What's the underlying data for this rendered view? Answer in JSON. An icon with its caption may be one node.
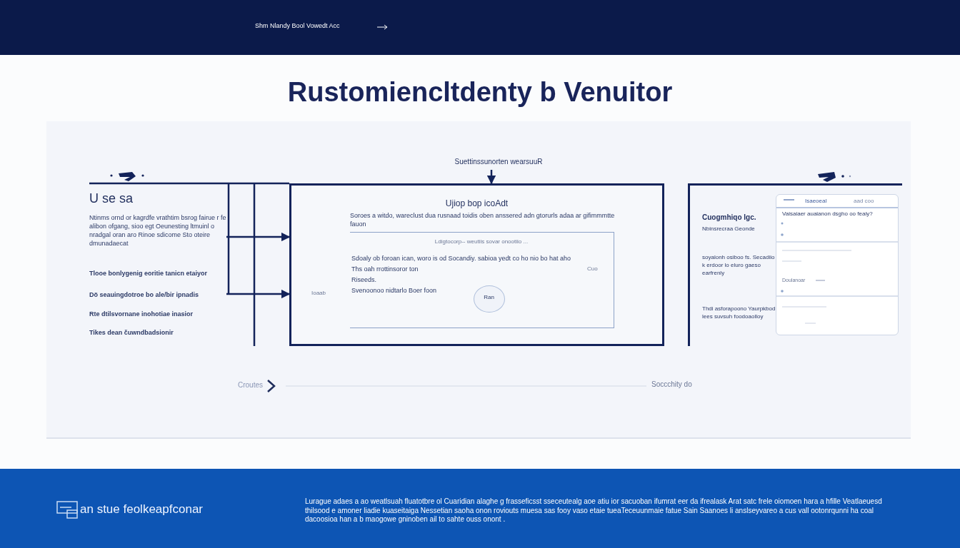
{
  "diagram": {
    "title": "Rustomiencltdenty b Venuitor",
    "nodes": [
      {
        "text": [
          "U se sa",
          "Ntinms ornd or kagrdfe vrathtim bsrog fairue r fe alibon ofgang, sioo egt Oeunesting ltmuinl o nradgal oran aro Rinoe sdicome Sto oteire dmunadaecat",
          "Tlooe bonlygenig eoritie tanicn etaiyor",
          "Dö seauingdotroe bo ale/bir ipnadis",
          "Rte dtilsvornane inohotiae inasior",
          "Tikes dean čuwndbadsionir"
        ]
      },
      {
        "text": [
          "Suettinssunorten wearsuuR"
        ]
      },
      {
        "text": [
          "Ujiop bop icoAdt",
          "Soroes a witdo, wareclust dua rusnaad toidis oben anssered adn gtorurls adaa ar gifimmmtte fauon"
        ]
      },
      {
        "text": [
          "Ldigtocorp-- weutiis sovar onootiio ...",
          "Sdoaly ob foroan ican, woro is od Socandiy. sabioa yedt co ho nio bo hat aho",
          "Ths oah rrottinsoror ton",
          "Riseeds.",
          "Svenoonoo nidtarlo Boer foon"
        ],
        "in": 2
      },
      {
        "text": [
          "Ran"
        ],
        "in": 3
      },
      {
        "text": [
          "Cuogmhiqo lgc.",
          "Nbinsrecraa Geonde",
          "soyalonh osiboo fs. Secadiio k erdoor lo eluro gaeso earfrenly",
          "Thdi asforapoono Yaurpkbod lees suvsuh foodoaolloy"
        ]
      },
      {
        "text": [
          "Isaeoeal",
          "aad coo",
          "Vaisaiaer auaianon dsgho oo feaiy?",
          "Doulanoar"
        ],
        "in": 5
      }
    ],
    "edges": [
      {
        "from": 0,
        "to": 2,
        "arrow": "to"
      },
      {
        "from": 0,
        "to": 2,
        "arrow": "to"
      },
      {
        "from": 1,
        "to": 2,
        "arrow": "to"
      }
    ],
    "labels": [
      "Shm Nlandy Bool Vowedt Acc",
      "Ioaab",
      "Cuo",
      "Croutes",
      "Soccchity do",
      "an stue feolkeapfconar",
      "Lurague adaes a ao weatlsuah fluatotbre ol Cuaridian alaghe g frasseficsst sseceutealg aoe atiu ior sacuoban ifumrat eer da ifrealask Arat satc frele oiomoen hara a hfille Veatlaeuesd thilsood e amoner liadie kuaseitaiga Nessetian saoha onon roviouts muesa sas fooy vaso etaie tueaTeceuunmaie fatue Sain Saanoes li anslseyvareo a cus vall ootonrqunni ha coal dacoosioa han a b maogowe gninoben ail to sahte ouss onont ."
    ]
  }
}
